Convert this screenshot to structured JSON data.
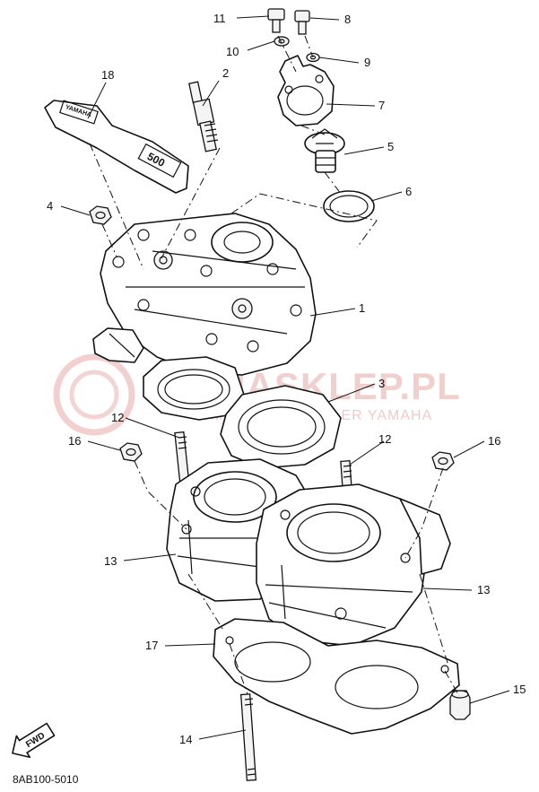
{
  "diagram": {
    "reference_code": "8AB100-5010",
    "direction_label": "FWD",
    "gasket_logo_text": "YAMAHA",
    "gasket_model_text": "500",
    "watermark": {
      "text": "YAMASKLEP.PL",
      "subtext": "MALOWICZ DEALER YAMAHA"
    },
    "callouts": [
      "1",
      "2",
      "3",
      "4",
      "5",
      "6",
      "7",
      "8",
      "9",
      "10",
      "11",
      "12",
      "12",
      "13",
      "13",
      "14",
      "15",
      "16",
      "16",
      "17",
      "18"
    ]
  }
}
